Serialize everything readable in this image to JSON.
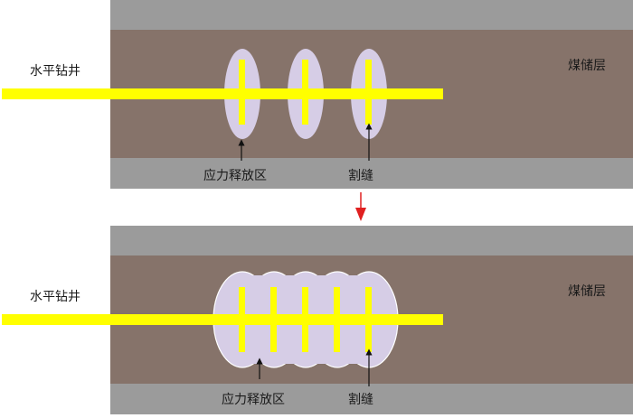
{
  "colors": {
    "rock": "#9b9b9b",
    "coal": "#86736a",
    "well": "#ffff00",
    "zone": "#d6cde6",
    "transition_arrow": "#e02020",
    "pointer": "#111111"
  },
  "top_panel": {
    "well_label": "水平钻井",
    "seam_label": "煤储层",
    "stress_zone_label": "应力释放区",
    "slot_label": "割缝"
  },
  "bottom_panel": {
    "well_label": "水平钻井",
    "seam_label": "煤储层",
    "stress_zone_label": "应力释放区",
    "slot_label": "割缝"
  }
}
